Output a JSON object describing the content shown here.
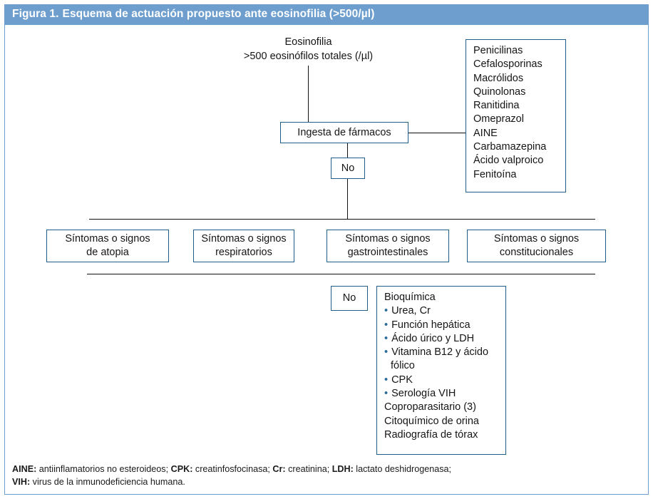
{
  "figure": {
    "title_number": "Figura 1.",
    "title_text": "Esquema de actuación propuesto ante eosinofilia (>500/µl)",
    "header_color": "#6d9ecd",
    "box_border_color": "#1f5c86",
    "line_color": "#101010"
  },
  "nodes": {
    "root": {
      "line1": "Eosinofilia",
      "line2": ">500 eosinófilos totales (/µl)"
    },
    "drug_intake": {
      "label": "Ingesta de fármacos"
    },
    "no_1": {
      "label": "No"
    },
    "no_2": {
      "label": "No"
    }
  },
  "drug_list": {
    "items": [
      "Penicilinas",
      "Cefalosporinas",
      "Macrólidos",
      "Quinolonas",
      "Ranitidina",
      "Omeprazol",
      "AINE",
      "Carbamazepina",
      "Ácido valproico",
      "Fenitoína"
    ]
  },
  "symptom_boxes": [
    {
      "line1": "Síntomas o signos",
      "line2": "de atopia"
    },
    {
      "line1": "Síntomas o signos",
      "line2": "respiratorios"
    },
    {
      "line1": "Síntomas o signos",
      "line2": "gastrointestinales"
    },
    {
      "line1": "Síntomas o signos",
      "line2": "constitucionales"
    }
  ],
  "workup_box": {
    "heading": "Bioquímica",
    "bullets": [
      "Urea, Cr",
      "Función hepática",
      "Ácido úrico y LDH",
      "Vitamina B12 y ácido",
      "CPK",
      "Serología VIH"
    ],
    "bullet_4_continuation": "fólico",
    "plain_items": [
      "Coproparasitario (3)",
      "Citoquímico de orina",
      "Radiografía de tórax"
    ]
  },
  "footer": {
    "line1_a_abbr": "AINE:",
    "line1_a_text": " antiinflamatorios no esteroideos; ",
    "line1_b_abbr": "CPK:",
    "line1_b_text": " creatinfosfocinasa; ",
    "line1_c_abbr": "Cr:",
    "line1_c_text": " creatinina; ",
    "line1_d_abbr": "LDH:",
    "line1_d_text": " lactato deshidrogenasa;",
    "line2_abbr": "VIH:",
    "line2_text": " virus de la inmunodeficiencia humana."
  }
}
